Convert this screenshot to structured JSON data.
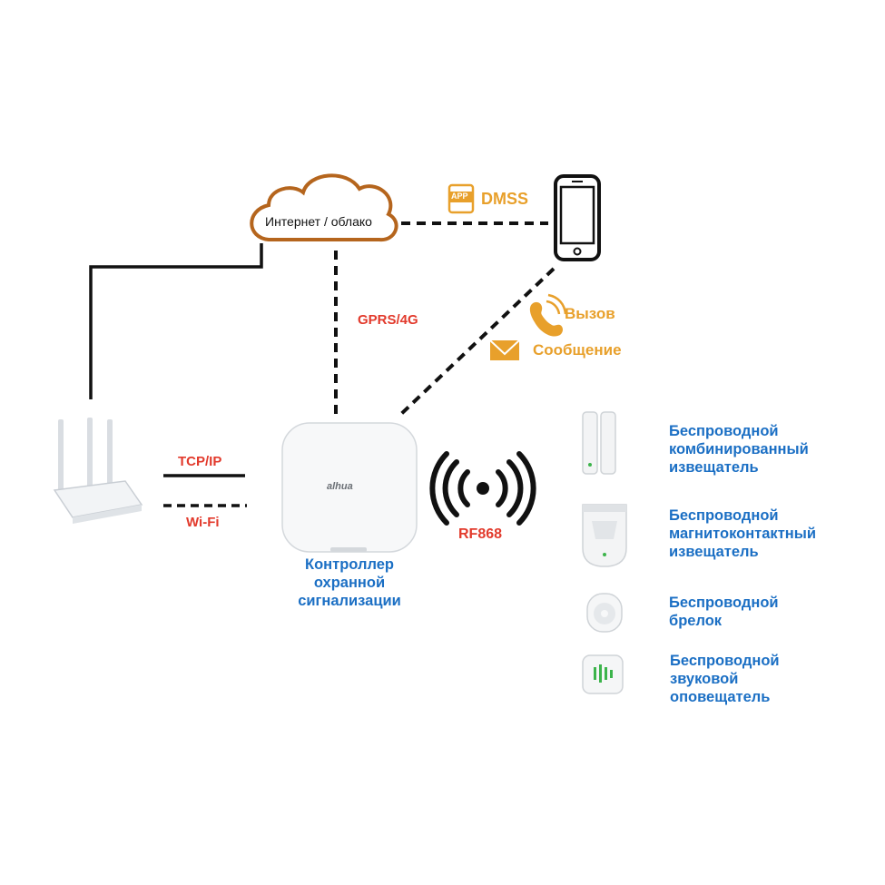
{
  "cloud": {
    "label": "Интернет / облако"
  },
  "links": {
    "gprs": "GPRS/4G",
    "tcp": "TCP/IP",
    "wifi": "Wi-Fi",
    "rf": "RF868",
    "dmss": "DMSS",
    "app_badge": "APP",
    "call": "Вызов",
    "message": "Сообщение"
  },
  "hub": {
    "brand": "alhua",
    "caption": [
      "Контроллер",
      "охранной",
      "сигнализации"
    ]
  },
  "devices": [
    {
      "lines": [
        "Беспроводной",
        "комбинированный",
        "извещатель"
      ]
    },
    {
      "lines": [
        "Беспроводной",
        "магнитоконтактный",
        "извещатель"
      ]
    },
    {
      "lines": [
        "Беспроводной",
        "брелок"
      ]
    },
    {
      "lines": [
        "Беспроводной",
        "звуковой",
        "оповещатель"
      ]
    }
  ],
  "colors": {
    "red": "#e23a2c",
    "orange": "#e8a02b",
    "blue": "#1b6fc4",
    "cloud": "#b5651d"
  }
}
